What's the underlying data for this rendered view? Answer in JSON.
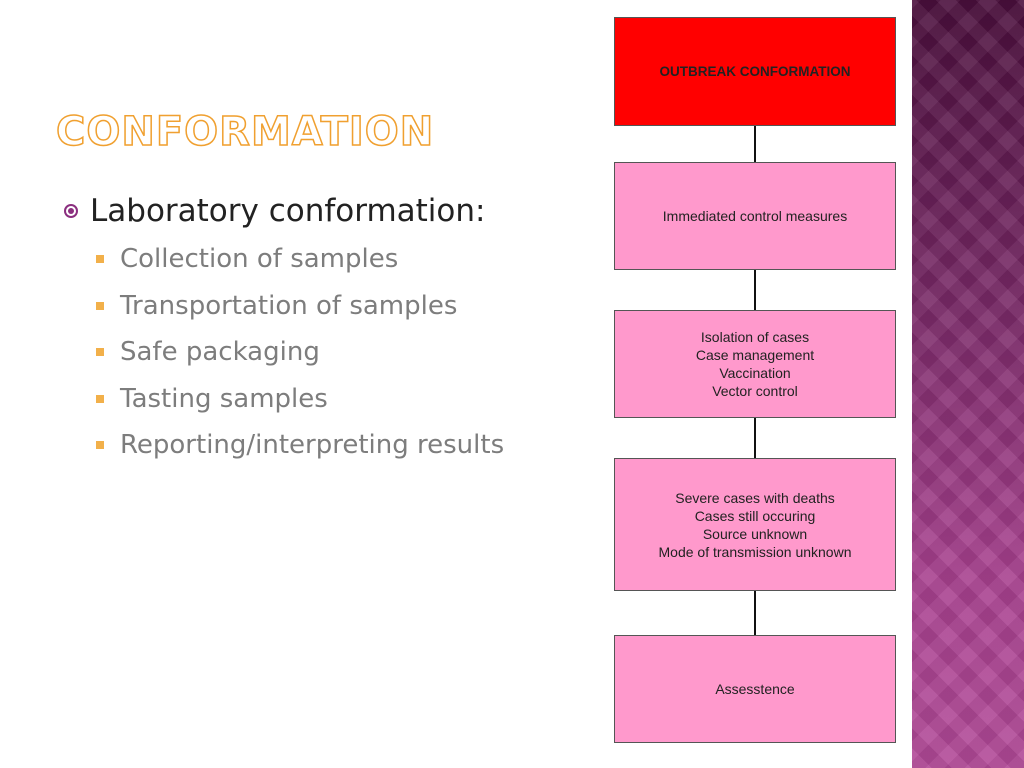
{
  "slide": {
    "title": "CONFORMATION",
    "main_bullet": "Laboratory conformation:",
    "sub_bullets": [
      "Collection of samples",
      "Transportation of samples",
      "Safe packaging",
      "Tasting samples",
      "Reporting/interpreting results"
    ]
  },
  "flowchart": {
    "boxes": [
      {
        "lines": [
          "OUTBREAK CONFORMATION"
        ],
        "color": "#ff0000"
      },
      {
        "lines": [
          "Immediated control measures"
        ],
        "color": "#ff99cc"
      },
      {
        "lines": [
          "Isolation of cases",
          "Case management",
          "Vaccination",
          "Vector control"
        ],
        "color": "#ff99cc"
      },
      {
        "lines": [
          "Severe cases with deaths",
          "Cases still occuring",
          "Source unknown",
          "Mode of transmission unknown"
        ],
        "color": "#ff99cc"
      },
      {
        "lines": [
          "Assesstence"
        ],
        "color": "#ff99cc"
      }
    ]
  },
  "theme": {
    "title_color": "#f0a030",
    "bullet_marker_color": "#8b2f7f",
    "sub_marker_color": "#f2b04a",
    "side_band_color": "#7a2a68"
  }
}
